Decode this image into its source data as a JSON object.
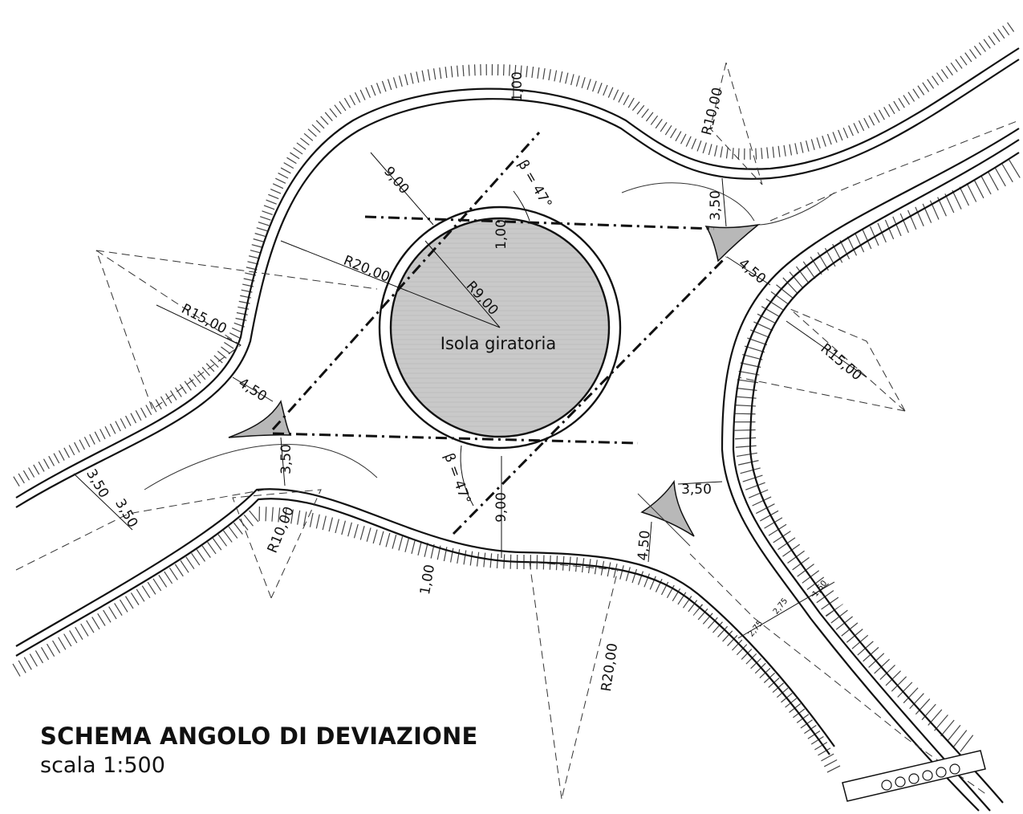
{
  "title": "SCHEMA ANGOLO DI DEVIAZIONE",
  "scale": "scala 1:500",
  "island": "Isola giratoria",
  "dims": {
    "w_top": "1,00",
    "r10_top": "R10,00",
    "ring_width": "9,00",
    "beta_top": "β = 47°",
    "offset_inner": "1,00",
    "lane_ne": "3,50",
    "r20_ring": "R20,00",
    "r9_island": "R9,00",
    "r15_west": "R15,00",
    "w450_ne": "4,50",
    "r15_east": "R15,00",
    "w450_w": "4,50",
    "lane_w": "3,50",
    "lane_w_a": "3,50",
    "lane_w_b": "3,50",
    "r10_sw": "R10,00",
    "beta_bot": "β = 47°",
    "ring_width_bot": "9,00",
    "w_bot": "1,00",
    "w450_se": "4,50",
    "lane_se": "3,50",
    "r20_se": "R20,00",
    "se_w1": "2,75",
    "se_w2": "2,75",
    "se_w3": "1,50"
  }
}
